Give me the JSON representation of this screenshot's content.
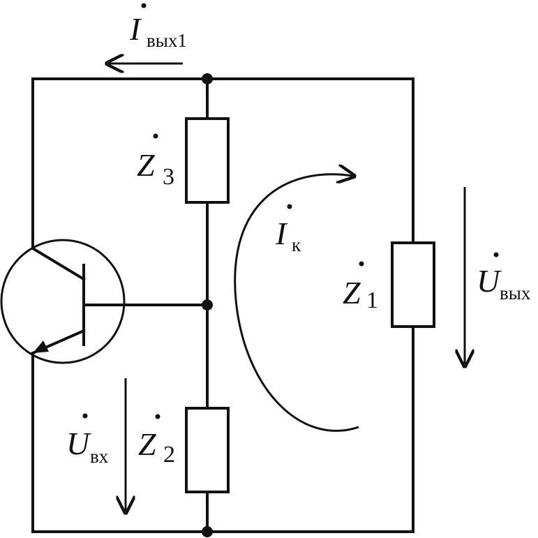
{
  "diagram": {
    "labels": {
      "i_out1": {
        "symbol": "I",
        "subscript": "вых1"
      },
      "z3": {
        "symbol": "Z",
        "subscript": "3"
      },
      "z1": {
        "symbol": "Z",
        "subscript": "1"
      },
      "z2": {
        "symbol": "Z",
        "subscript": "2"
      },
      "i_k": {
        "symbol": "I",
        "subscript": "к"
      },
      "u_out": {
        "symbol": "U",
        "subscript": "вых"
      },
      "u_in": {
        "symbol": "U",
        "subscript": "вх"
      }
    }
  }
}
